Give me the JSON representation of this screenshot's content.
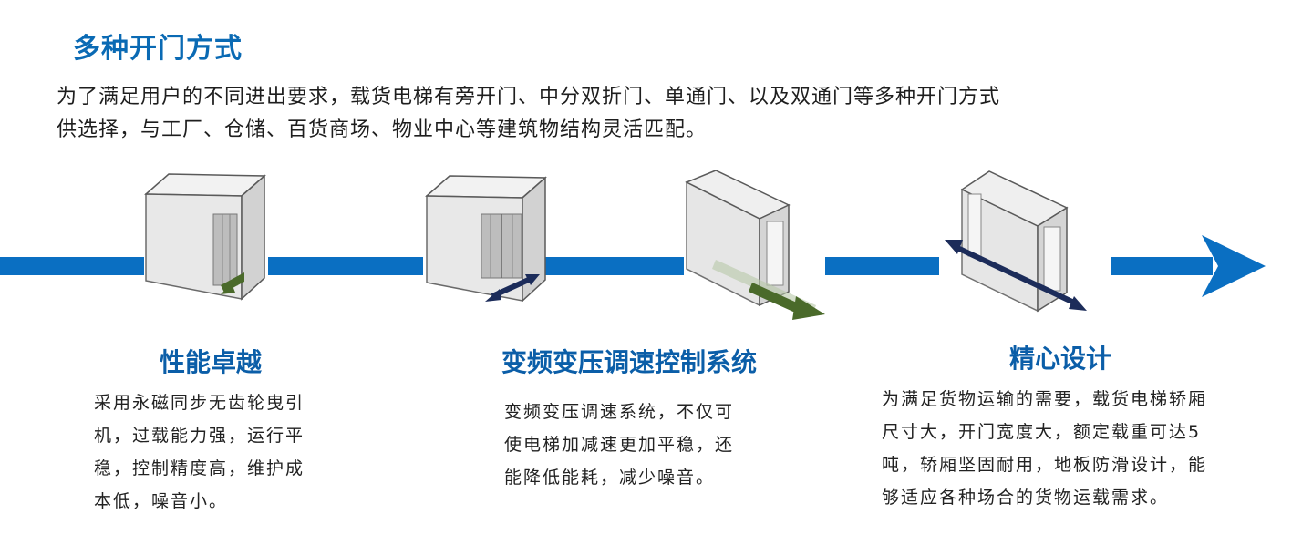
{
  "header": {
    "title": "多种开门方式",
    "intro_line1": "为了满足用户的不同进出要求，载货电梯有旁开门、中分双折门、单通门、以及双通门等多种开门方式",
    "intro_line2": "供选择，与工厂、仓储、百货商场、物业中心等建筑物结构灵活匹配。"
  },
  "colors": {
    "accent_blue": "#0a6fc2",
    "title_blue": "#0a6ab4",
    "arrow_green": "#4a6a2a",
    "arrow_navy": "#1c2c5a"
  },
  "diagram": {
    "door_types": [
      {
        "icon": "side-opening-cabin-icon"
      },
      {
        "icon": "center-opening-cabin-icon"
      },
      {
        "icon": "single-entrance-cabin-icon"
      },
      {
        "icon": "double-entrance-cabin-icon"
      }
    ],
    "timeline_arrow_icon": "arrow-right-icon"
  },
  "features": [
    {
      "title": "性能卓越",
      "lines": [
        "采用永磁同步无齿轮曳引",
        "机，过载能力强，运行平",
        "稳，控制精度高，维护成",
        "本低，噪音小。"
      ]
    },
    {
      "title": "变频变压调速控制系统",
      "lines": [
        "变频变压调速系统，不仅可",
        "使电梯加减速更加平稳，还",
        "能降低能耗，减少噪音。"
      ]
    },
    {
      "title": "精心设计",
      "lines": [
        "为满足货物运输的需要，载货电梯轿厢",
        "尺寸大，开门宽度大，额定载重可达5",
        "吨，轿厢坚固耐用，地板防滑设计，能",
        "够适应各种场合的货物运载需求。"
      ]
    }
  ]
}
